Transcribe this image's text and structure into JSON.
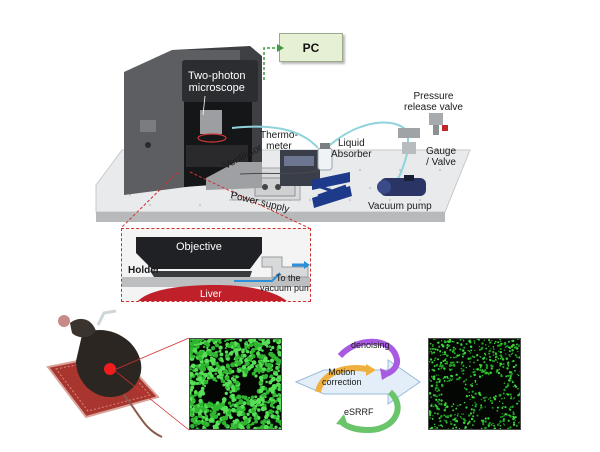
{
  "setup": {
    "pc": "PC",
    "microscope": [
      "Two-photon",
      "microscope"
    ],
    "thermometer": [
      "Thermo-",
      "meter"
    ],
    "liquid_absorber": [
      "Liquid",
      "Absorber"
    ],
    "pressure_release_valve": [
      "Pressure",
      "release valve"
    ],
    "gauge_valve": [
      "Gauge",
      "/ Valve"
    ],
    "ventilator": "Ventilator",
    "power_supply": "Power supply",
    "vacuum_pump": "Vacuum pump"
  },
  "inset": {
    "objective": "Objective",
    "holder": "Holder",
    "to_vacuum_pump": [
      "To the",
      "vacuum pump"
    ],
    "liver": "Liver"
  },
  "processing": {
    "denoising": "denoising",
    "motion_correction": [
      "Motion",
      "correction"
    ],
    "esrrf": "eSRRF"
  },
  "colors": {
    "pc_box": "#e6f0d5",
    "link_dashed": "#3f9a3f",
    "liver": "#c0202a",
    "tubing": "#8fd3dd",
    "denoising_arrow": "#a85be0",
    "motion_arrow": "#f0b040",
    "esrrf_arrow": "#6ac46a",
    "cell_green": "#36c836"
  }
}
